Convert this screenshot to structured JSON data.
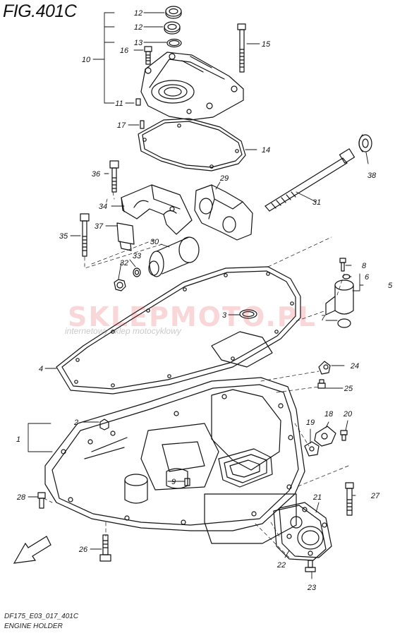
{
  "figure_title": "FIG.401C",
  "watermark": {
    "brand": "SKLEPMOTO.PL",
    "subtitle": "internetowy sklep motocyklowy"
  },
  "footer": {
    "code": "DF175_E03_017_401C",
    "caption": "ENGINE HOLDER"
  },
  "callouts": [
    "12",
    "12",
    "13",
    "16",
    "15",
    "10",
    "11",
    "17",
    "14",
    "38",
    "36",
    "29",
    "34",
    "31",
    "35",
    "37",
    "30",
    "32",
    "33",
    "8",
    "6",
    "5",
    "3",
    "7",
    "4",
    "24",
    "25",
    "2",
    "1",
    "18",
    "20",
    "19",
    "9",
    "28",
    "21",
    "27",
    "26",
    "22",
    "23"
  ]
}
